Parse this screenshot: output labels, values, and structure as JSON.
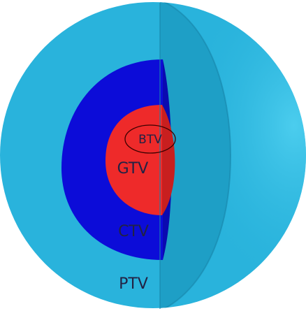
{
  "diagram": {
    "labels": {
      "btv": "BTV",
      "gtv": "GTV",
      "ctv": "CTV",
      "ptv": "PTV"
    },
    "colors": {
      "background": "#ffffff",
      "ptv_outer": "#29b3dc",
      "ptv_front": "#1e9fc6",
      "ptv_front_edge": "#1886aa",
      "ptv_highlight": "#3fc4ea",
      "ctv": "#0c0cd8",
      "ctv_cut": "#0a0ab0",
      "gtv": "#ee2a2a",
      "gtv_cut": "#c81f1f",
      "btv_outline": "#3a0000",
      "text": "#222244"
    }
  }
}
